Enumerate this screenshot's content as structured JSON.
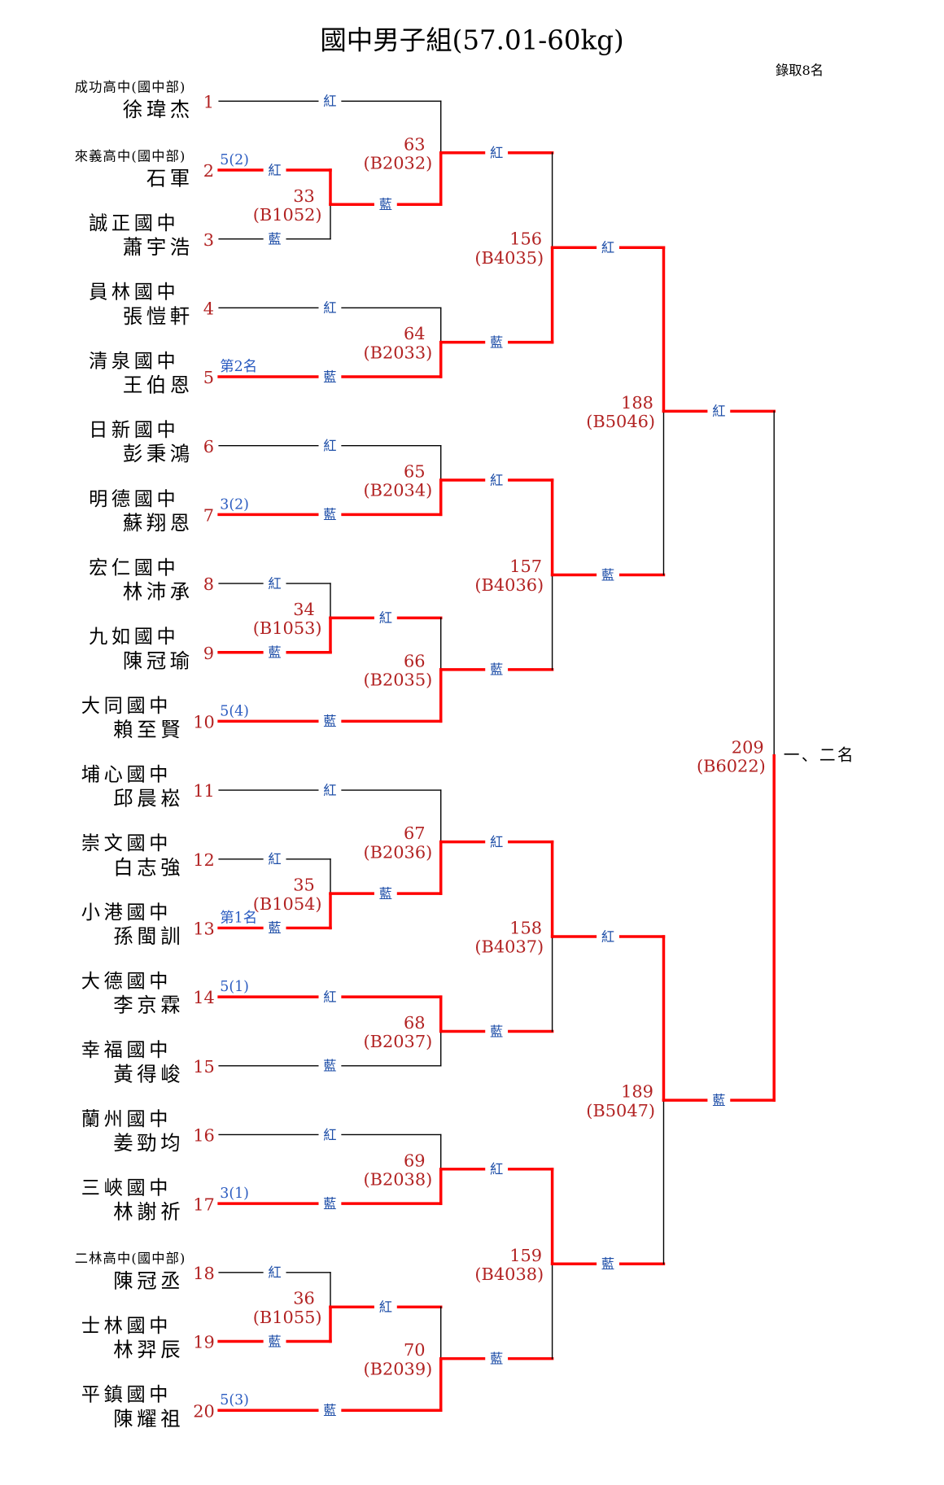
{
  "title": "國中男子組(57.01-60kg)",
  "quota": "錄取8名",
  "side_labels": {
    "top": "紅",
    "bottom": "藍"
  },
  "final_label": "一、二名",
  "colors": {
    "win_line": "#ff0000",
    "lose_line": "#000000",
    "number": "#b22222",
    "side": "#1f4fa8"
  },
  "players": [
    {
      "no": "1",
      "school": "成功高中(國中部)",
      "name": "徐瑋杰",
      "note": ""
    },
    {
      "no": "2",
      "school": "來義高中(國中部)",
      "name": "石軍",
      "note": "5(2)"
    },
    {
      "no": "3",
      "school": "誠正國中",
      "name": "蕭宇浩",
      "note": ""
    },
    {
      "no": "4",
      "school": "員林國中",
      "name": "張愷軒",
      "note": ""
    },
    {
      "no": "5",
      "school": "清泉國中",
      "name": "王伯恩",
      "note": "第2名"
    },
    {
      "no": "6",
      "school": "日新國中",
      "name": "彭秉鴻",
      "note": ""
    },
    {
      "no": "7",
      "school": "明德國中",
      "name": "蘇翔恩",
      "note": "3(2)"
    },
    {
      "no": "8",
      "school": "宏仁國中",
      "name": "林沛承",
      "note": ""
    },
    {
      "no": "9",
      "school": "九如國中",
      "name": "陳冠瑜",
      "note": ""
    },
    {
      "no": "10",
      "school": "大同國中",
      "name": "賴至賢",
      "note": "5(4)"
    },
    {
      "no": "11",
      "school": "埔心國中",
      "name": "邱晨崧",
      "note": ""
    },
    {
      "no": "12",
      "school": "崇文國中",
      "name": "白志強",
      "note": ""
    },
    {
      "no": "13",
      "school": "小港國中",
      "name": "孫閩訓",
      "note": "第1名"
    },
    {
      "no": "14",
      "school": "大德國中",
      "name": "李京霖",
      "note": "5(1)"
    },
    {
      "no": "15",
      "school": "幸福國中",
      "name": "黃得峻",
      "note": ""
    },
    {
      "no": "16",
      "school": "蘭州國中",
      "name": "姜勁均",
      "note": ""
    },
    {
      "no": "17",
      "school": "三峽國中",
      "name": "林謝祈",
      "note": "3(1)"
    },
    {
      "no": "18",
      "school": "二林高中(國中部)",
      "name": "陳冠丞",
      "note": ""
    },
    {
      "no": "19",
      "school": "士林國中",
      "name": "林羿辰",
      "note": ""
    },
    {
      "no": "20",
      "school": "平鎮國中",
      "name": "陳耀祖",
      "note": "5(3)"
    }
  ],
  "matches": [
    {
      "no": "33",
      "code": "(B1052)",
      "round": 1,
      "top": "p2",
      "bottom": "p3",
      "winner": "top"
    },
    {
      "no": "34",
      "code": "(B1053)",
      "round": 1,
      "top": "p8",
      "bottom": "p9",
      "winner": "bottom"
    },
    {
      "no": "35",
      "code": "(B1054)",
      "round": 1,
      "top": "p12",
      "bottom": "p13",
      "winner": "bottom"
    },
    {
      "no": "36",
      "code": "(B1055)",
      "round": 1,
      "top": "p18",
      "bottom": "p19",
      "winner": "bottom"
    },
    {
      "no": "63",
      "code": "(B2032)",
      "round": 2,
      "top": "p1",
      "bottom": "m33",
      "winner": "bottom"
    },
    {
      "no": "64",
      "code": "(B2033)",
      "round": 2,
      "top": "p4",
      "bottom": "p5",
      "winner": "bottom"
    },
    {
      "no": "65",
      "code": "(B2034)",
      "round": 2,
      "top": "p6",
      "bottom": "p7",
      "winner": "bottom"
    },
    {
      "no": "66",
      "code": "(B2035)",
      "round": 2,
      "top": "m34",
      "bottom": "p10",
      "winner": "bottom"
    },
    {
      "no": "67",
      "code": "(B2036)",
      "round": 2,
      "top": "p11",
      "bottom": "m35",
      "winner": "bottom"
    },
    {
      "no": "68",
      "code": "(B2037)",
      "round": 2,
      "top": "p14",
      "bottom": "p15",
      "winner": "top"
    },
    {
      "no": "69",
      "code": "(B2038)",
      "round": 2,
      "top": "p16",
      "bottom": "p17",
      "winner": "bottom"
    },
    {
      "no": "70",
      "code": "(B2039)",
      "round": 2,
      "top": "m36",
      "bottom": "p20",
      "winner": "bottom"
    },
    {
      "no": "156",
      "code": "(B4035)",
      "round": 3,
      "top": "m63",
      "bottom": "m64",
      "winner": "bottom"
    },
    {
      "no": "157",
      "code": "(B4036)",
      "round": 3,
      "top": "m65",
      "bottom": "m66",
      "winner": "top"
    },
    {
      "no": "158",
      "code": "(B4037)",
      "round": 3,
      "top": "m67",
      "bottom": "m68",
      "winner": "top"
    },
    {
      "no": "159",
      "code": "(B4038)",
      "round": 3,
      "top": "m69",
      "bottom": "m70",
      "winner": "top"
    },
    {
      "no": "188",
      "code": "(B5046)",
      "round": 4,
      "top": "m156",
      "bottom": "m157",
      "winner": "top"
    },
    {
      "no": "189",
      "code": "(B5047)",
      "round": 4,
      "top": "m158",
      "bottom": "m159",
      "winner": "top"
    },
    {
      "no": "209",
      "code": "(B6022)",
      "round": 5,
      "top": "m188",
      "bottom": "m189",
      "winner": "bottom"
    }
  ]
}
